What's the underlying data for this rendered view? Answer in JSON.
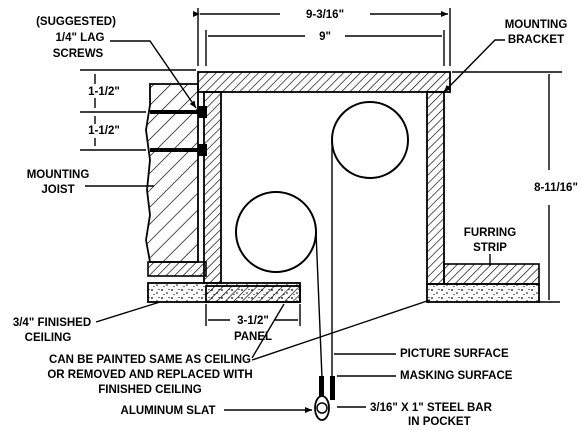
{
  "labels": {
    "suggested": "(SUGGESTED)",
    "lag": "1/4\" LAG",
    "screws": "SCREWS",
    "dim_1a": "1-1/2\"",
    "dim_1b": "1-1/2\"",
    "mounting_joist_1": "MOUNTING",
    "mounting_joist_2": "JOIST",
    "dim_9_3_16": "9-3/16\"",
    "dim_9": "9\"",
    "mounting_bracket_1": "MOUNTING",
    "mounting_bracket_2": "BRACKET",
    "dim_8_11_16": "8-11/16\"",
    "furring_1": "FURRING",
    "furring_2": "STRIP",
    "finished_ceiling_1": "3/4\" FINISHED",
    "finished_ceiling_2": "CEILING",
    "dim_3_1_2": "3-1/2\"",
    "panel": "PANEL",
    "painted_1": "CAN BE PAINTED SAME AS CEILING",
    "painted_2": "OR REMOVED AND REPLACED WITH",
    "painted_3": "FINISHED CEILING",
    "aluminum_slat": "ALUMINUM SLAT",
    "picture_surface": "PICTURE SURFACE",
    "masking_surface": "MASKING SURFACE",
    "steel_bar_1": "3/16\" X 1\" STEEL BAR",
    "steel_bar_2": "IN POCKET"
  }
}
